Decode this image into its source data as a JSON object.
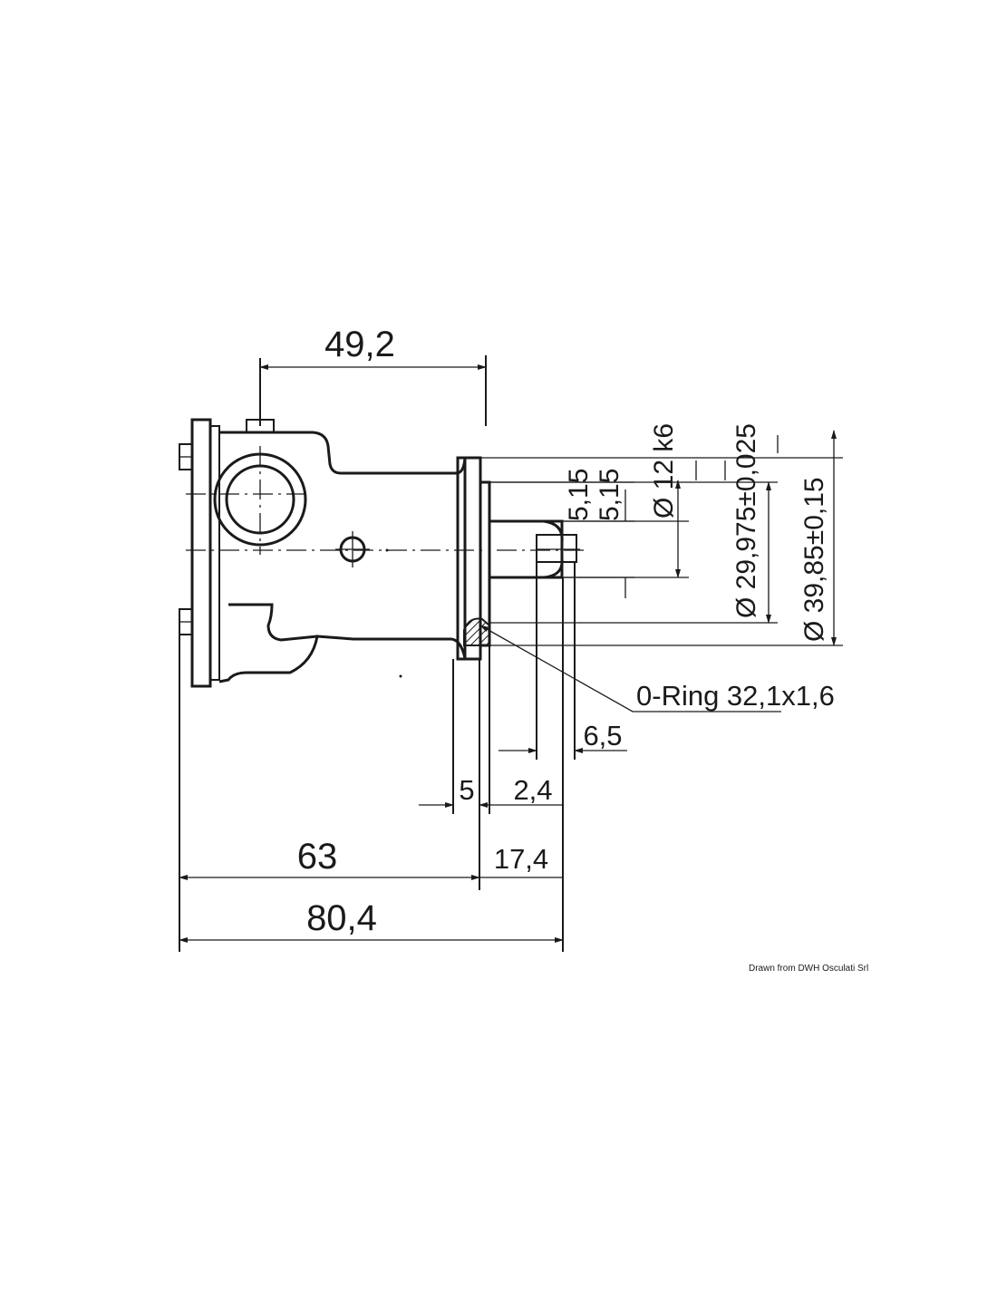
{
  "dimensions": {
    "top_length": "49,2",
    "total_length": "80,4",
    "body_length": "63",
    "shaft_length": "17,4",
    "flange_thickness": "5",
    "shaft_step": "2,4",
    "keyway_length": "6,5",
    "key_upper": "5,15",
    "key_lower": "5,15",
    "shaft_diameter": "Ø 12 k6",
    "pilot_diameter": "Ø 29,975±0,025",
    "flange_diameter": "Ø 39,85±0,15"
  },
  "callouts": {
    "o_ring": "0-Ring 32,1x1,6"
  },
  "credit": "Drawn from DWH Osculati Srl"
}
